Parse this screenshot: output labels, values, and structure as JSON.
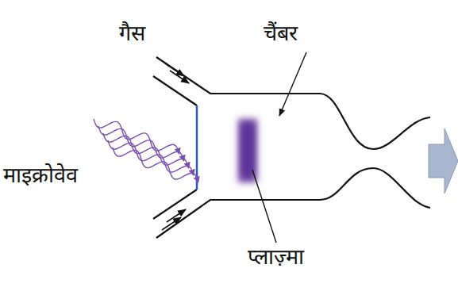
{
  "diagram": {
    "labels": [
      "गैस",
      "चैंबर",
      "माइक्रोवेव",
      "प्लाज़्मा"
    ]
  }
}
